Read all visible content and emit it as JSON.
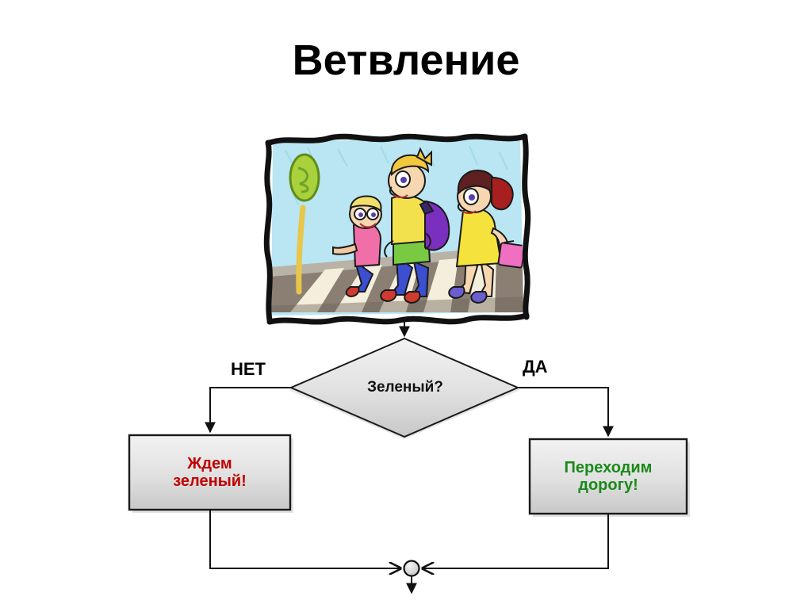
{
  "slide": {
    "title": "Ветвление",
    "background_color": "#ffffff"
  },
  "illustration": {
    "name": "children-crossing-road-cartoon",
    "alt": "Трое детей переходят дорогу по пешеходному переходу на зеленый свет",
    "border_color": "#111111",
    "sky_color": "#b9e6f2",
    "road_color": "#7c6f63",
    "stripe_color": "#f2ecd9",
    "traffic_light": {
      "signal_color": "#9acd32",
      "pole_color": "#f2d33c",
      "state": "green"
    },
    "figures": [
      {
        "name": "boy-small",
        "shirt_color": "#f06fa8",
        "hair_color": "#f2e06a",
        "pants_color": "#3b4fd0"
      },
      {
        "name": "boy-big",
        "shirt_color": "#f2e14c",
        "shorts_color": "#7ac943",
        "backpack_color": "#7b2fbe",
        "hair_color": "#f2c83c"
      },
      {
        "name": "girl",
        "dress_color": "#f5e23c",
        "hair_color": "#8e2323",
        "bag_color": "#f06fc0"
      }
    ]
  },
  "flowchart": {
    "decision": {
      "label": "Зеленый?",
      "shape": "diamond",
      "fill_color": "#dcdcdc",
      "stroke_color": "#1a1a1a"
    },
    "branches": {
      "no_label": "НЕТ",
      "yes_label": "ДА"
    },
    "process_no": {
      "label": "Ждем\nзеленый!",
      "line1": "Ждем",
      "line2": "зеленый!",
      "shape": "rectangle",
      "fill_color": "#dcdcdc",
      "stroke_color": "#1a1a1a",
      "text_color": "#c00000"
    },
    "process_yes": {
      "label": "Переходим\nдорогу!",
      "line1": "Переходим",
      "line2": "дорогу!",
      "shape": "rectangle",
      "fill_color": "#dcdcdc",
      "stroke_color": "#1a1a1a",
      "text_color": "#1a8a1a"
    },
    "merge_connector": {
      "name": "merge-circle",
      "shape": "circle",
      "fill_color": "#d0d0d0",
      "stroke_color": "#111111"
    },
    "connectors": [
      {
        "name": "image-to-decision",
        "from": "illustration",
        "to": "decision",
        "arrow": true
      },
      {
        "name": "decision-to-process-no",
        "from": "decision",
        "to": "process_no",
        "label": "НЕТ",
        "arrow": true
      },
      {
        "name": "decision-to-process-yes",
        "from": "decision",
        "to": "process_yes",
        "label": "ДА",
        "arrow": true
      },
      {
        "name": "process-no-to-merge",
        "from": "process_no",
        "to": "merge_connector",
        "arrow": true
      },
      {
        "name": "process-yes-to-merge",
        "from": "process_yes",
        "to": "merge_connector",
        "arrow": true
      },
      {
        "name": "merge-to-exit",
        "from": "merge_connector",
        "to": "exit",
        "arrow": true
      }
    ]
  }
}
